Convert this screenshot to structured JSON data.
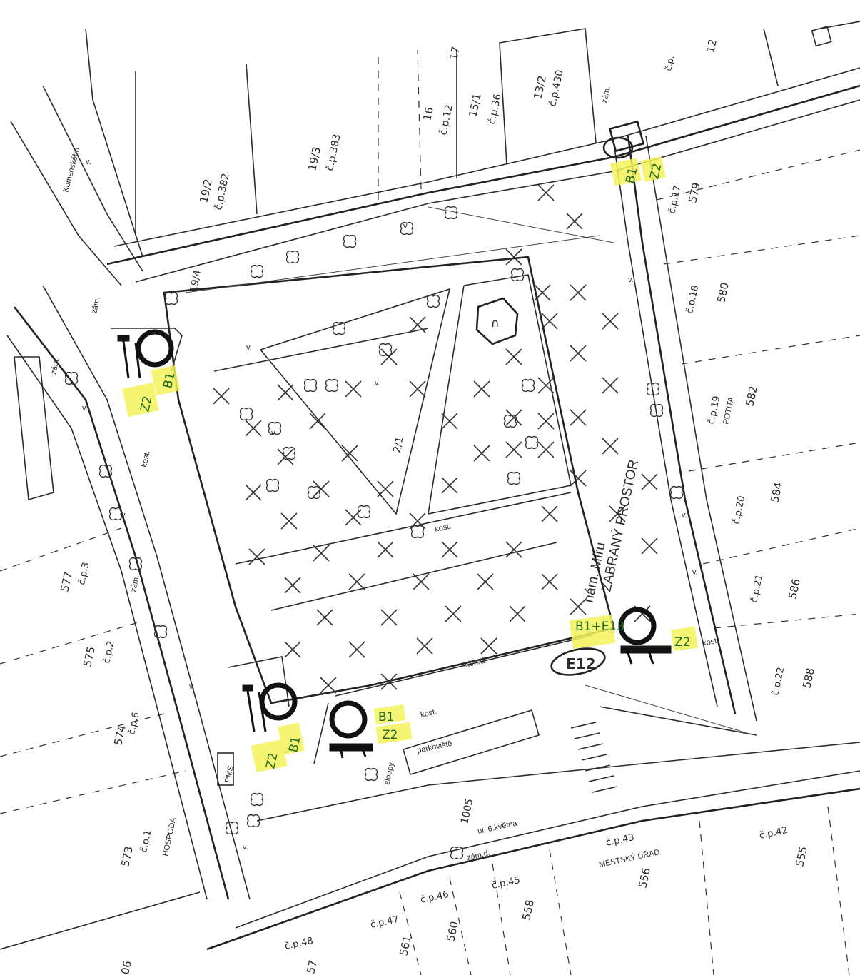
{
  "colors": {
    "ink": "#2b2b2b",
    "marker_highlight": "#f4f25a",
    "handwriting": "#1f6b1f"
  },
  "square": {
    "name": "nám. Míru",
    "note": "ZABRANÝ PROSTOR"
  },
  "streets": {
    "komenskeho": "Komenského",
    "ul_6_kvetna": "ul. 6.května",
    "zam_d": "zám.d.",
    "kost": "kost."
  },
  "parcels": [
    {
      "id": "p1",
      "num": "19/2",
      "cp": "č.p.382"
    },
    {
      "id": "p2",
      "num": "19/3",
      "cp": "č.p.383"
    },
    {
      "id": "p3",
      "num": "16",
      "cp": "č.p.12"
    },
    {
      "id": "p4",
      "num": "15/1",
      "cp": "č.p.36"
    },
    {
      "id": "p5",
      "num": "13/2",
      "cp": "č.p.430"
    },
    {
      "id": "p6",
      "num": "17",
      "cp": ""
    },
    {
      "id": "p7",
      "num": "12",
      "cp": "č.p."
    },
    {
      "id": "p8",
      "num": "579",
      "cp": "č.p.17"
    },
    {
      "id": "p9",
      "num": "580",
      "cp": "č.p.18"
    },
    {
      "id": "p10",
      "num": "582",
      "cp": "č.p.19"
    },
    {
      "id": "p11",
      "num": "584",
      "cp": "č.p.20"
    },
    {
      "id": "p12",
      "num": "586",
      "cp": "č.p.21"
    },
    {
      "id": "p13",
      "num": "588",
      "cp": "č.p.22"
    },
    {
      "id": "p14",
      "num": "555",
      "cp": "č.p.42"
    },
    {
      "id": "p15",
      "num": "556",
      "cp": "č.p.43"
    },
    {
      "id": "p16",
      "num": "558",
      "cp": "č.p.45"
    },
    {
      "id": "p17",
      "num": "560",
      "cp": "č.p.46"
    },
    {
      "id": "p18",
      "num": "561",
      "cp": "č.p.47"
    },
    {
      "id": "p19",
      "num": "57",
      "cp": "č.p.48"
    },
    {
      "id": "p20",
      "num": "573",
      "cp": "č.p.1"
    },
    {
      "id": "p21",
      "num": "574",
      "cp": "č.p.6"
    },
    {
      "id": "p22",
      "num": "575",
      "cp": "č.p.2"
    },
    {
      "id": "p23",
      "num": "577",
      "cp": "č.p.3"
    },
    {
      "id": "p24",
      "num": "19/4",
      "cp": ""
    },
    {
      "id": "p25",
      "num": "2/1",
      "cp": ""
    },
    {
      "id": "p26",
      "num": "1005",
      "cp": ""
    },
    {
      "id": "p27",
      "num": "06",
      "cp": ""
    }
  ],
  "building_labels": {
    "potita": "POTITA",
    "mestsky_urad": "MĚSTSKÝ ÚŘAD",
    "hospoda": "HOSPODA",
    "parkoviste": "parkoviště",
    "sloupy": "sloupy",
    "pms": "PMS"
  },
  "markers": [
    {
      "id": "m1",
      "label_top": "B1",
      "label_bottom": "Z2"
    },
    {
      "id": "m2",
      "label_top": "B1",
      "label_bottom": "Z2"
    },
    {
      "id": "m3",
      "label_top": "B1",
      "label_bottom": "Z2"
    },
    {
      "id": "m4",
      "label_top": "B1+E13",
      "label_bottom": "Z2"
    },
    {
      "id": "m5",
      "label_top": "B1",
      "label_bottom": "Z2"
    }
  ],
  "sign_e12": "E12",
  "abbrev": {
    "v": "v.",
    "zam": "zám.",
    "d": "d."
  }
}
